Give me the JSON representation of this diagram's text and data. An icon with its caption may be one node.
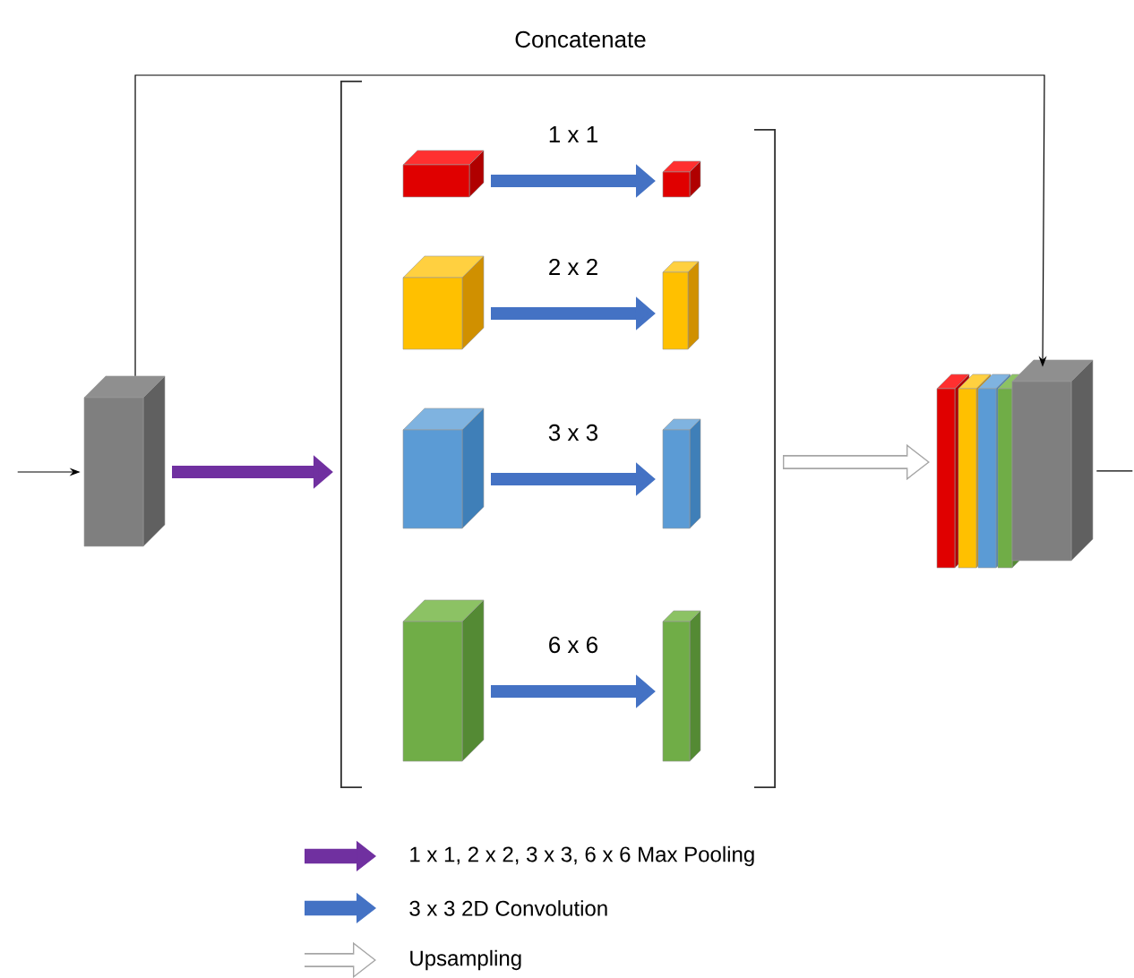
{
  "diagram": {
    "nodes": [
      {
        "text": [],
        "shape": "box"
      },
      {
        "text": [],
        "shape": "bracket"
      },
      {
        "text": [],
        "shape": "box",
        "in": 1
      },
      {
        "text": [],
        "shape": "box",
        "in": 1
      },
      {
        "text": [],
        "shape": "box",
        "in": 1
      },
      {
        "text": [],
        "shape": "box",
        "in": 1
      },
      {
        "text": [],
        "shape": "box",
        "in": 1
      },
      {
        "text": [],
        "shape": "box",
        "in": 1
      },
      {
        "text": [],
        "shape": "box",
        "in": 1
      },
      {
        "text": [],
        "shape": "box",
        "in": 1
      },
      {
        "text": [],
        "shape": "box"
      }
    ],
    "edges": [
      {
        "from": null,
        "to": 0,
        "arrow": "to",
        "color": "#000000"
      },
      {
        "from": 0,
        "to": 10,
        "arrow": "to",
        "label": "Concatenate",
        "color": "#000000"
      },
      {
        "from": 0,
        "to": 1,
        "arrow": "to",
        "color": "#7030a0"
      },
      {
        "from": 2,
        "to": 3,
        "arrow": "to",
        "label": "1 x 1",
        "color": "#4472c4"
      },
      {
        "from": 4,
        "to": 5,
        "arrow": "to",
        "label": "2 x 2",
        "color": "#4472c4"
      },
      {
        "from": 6,
        "to": 7,
        "arrow": "to",
        "label": "3 x 3",
        "color": "#4472c4"
      },
      {
        "from": 8,
        "to": 9,
        "arrow": "to",
        "label": "6 x 6",
        "color": "#4472c4"
      },
      {
        "from": 1,
        "to": 10,
        "arrow": "to",
        "color": "#ffffff"
      },
      {
        "from": 10,
        "to": null,
        "arrow": "none",
        "color": "#000000"
      }
    ],
    "legend": [
      {
        "text": "1 x 1, 2 x 2, 3 x 3, 6 x 6 Max Pooling"
      },
      {
        "text": "3 x 3 2D Convolution"
      },
      {
        "text": "Upsampling"
      }
    ]
  }
}
